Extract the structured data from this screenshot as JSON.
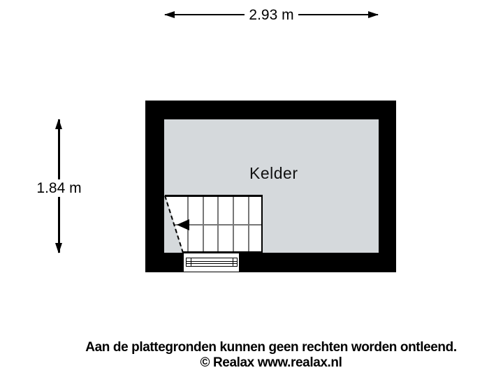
{
  "floorplan": {
    "room": {
      "label": "Kelder"
    },
    "dimensions": {
      "width": {
        "label": "2.93 m"
      },
      "height": {
        "label": "1.84 m"
      }
    },
    "colors": {
      "wall": "#000000",
      "floor_fill": "#d5d9dc",
      "stair_fill": "#ffffff",
      "tread_line": "#777777",
      "dimension_label_bg": "#ffffff",
      "background": "#ffffff"
    },
    "icons": {
      "width_dimension_arrow": "horizontal double-headed arrow",
      "height_dimension_arrow": "vertical double-headed arrow",
      "stair_direction_arrow": "solid triangle pointing left",
      "window_symbol": "striped band in wall opening"
    }
  },
  "footer": {
    "disclaimer": "Aan de plattegronden kunnen geen rechten worden ontleend.",
    "copyright": "© Realax www.realax.nl"
  }
}
